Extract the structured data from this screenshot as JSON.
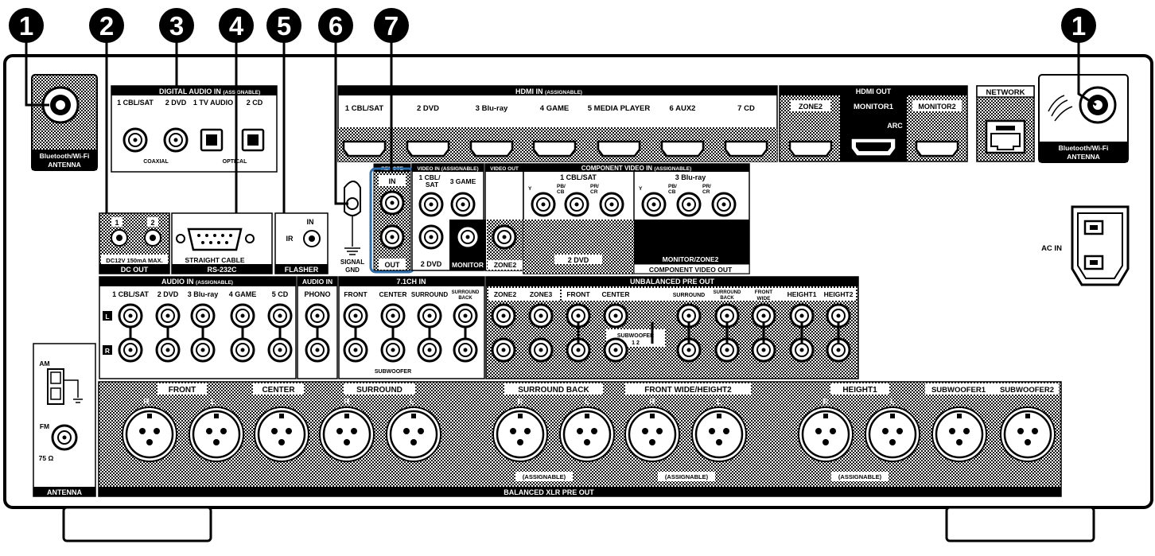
{
  "callouts": [
    "1",
    "2",
    "3",
    "4",
    "5",
    "6",
    "7",
    "1"
  ],
  "bt_antenna": {
    "line1": "Bluetooth/Wi-Fi",
    "line2": "ANTENNA"
  },
  "digital": {
    "title": "DIGITAL AUDIO IN",
    "sub": "(ASSIGNABLE)",
    "labels": [
      "1 CBL/SAT",
      "2 DVD",
      "1 TV AUDIO",
      "2 CD"
    ],
    "coaxial": "COAXIAL",
    "optical": "OPTICAL"
  },
  "hdmi_in": {
    "title": "HDMI IN",
    "sub": "(ASSIGNABLE)",
    "labels": [
      "1 CBL/SAT",
      "2 DVD",
      "3 Blu-ray",
      "4 GAME",
      "5 MEDIA PLAYER",
      "6 AUX2",
      "7 CD"
    ]
  },
  "hdmi_out": {
    "title": "HDMI OUT",
    "zone2": "ZONE2",
    "monitor1": "MONITOR1",
    "arc": "ARC",
    "monitor2": "MONITOR2"
  },
  "network": {
    "title": "NETWORK"
  },
  "dc_out": {
    "n1": "1",
    "n2": "2",
    "spec": "DC12V 150mA MAX.",
    "title": "DC OUT"
  },
  "rs232": {
    "cable": "STRAIGHT CABLE",
    "title": "RS-232C"
  },
  "flasher": {
    "in": "IN",
    "ir": "IR",
    "title": "FLASHER"
  },
  "signal_gnd": {
    "line1": "SIGNAL",
    "line2": "GND"
  },
  "remote": {
    "title": "REMOTE",
    "in": "IN",
    "out": "OUT"
  },
  "video_in": {
    "title": "VIDEO IN",
    "sub": "(ASSIGNABLE)",
    "cbl1": "1  CBL/",
    "cbl2": "SAT",
    "game": "3 GAME",
    "dvd": "2 DVD"
  },
  "video_out": {
    "title": "VIDEO OUT",
    "monitor": "MONITOR",
    "zone2": "ZONE2"
  },
  "component": {
    "title": "COMPONENT VIDEO IN",
    "sub": "(ASSIGNABLE)",
    "cbl": "1 CBL/SAT",
    "bluray": "3 Blu-ray",
    "dvd": "2 DVD",
    "y": "Y",
    "pb1": "PB/",
    "pb2": "CB",
    "pr1": "PR/",
    "pr2": "CR",
    "out_title": "COMPONENT VIDEO OUT",
    "monitor_zone2": "MONITOR/ZONE2"
  },
  "ac_in": "AC IN",
  "audio_in": {
    "title": "AUDIO IN",
    "sub": "(ASSIGNABLE)",
    "labels": [
      "1 CBL/SAT",
      "2 DVD",
      "3 Blu-ray",
      "4 GAME",
      "5 CD"
    ],
    "l": "L",
    "r": "R"
  },
  "phono": {
    "title": "AUDIO IN",
    "label": "PHONO"
  },
  "ch71": {
    "title": "7.1CH IN",
    "front": "FRONT",
    "center": "CENTER",
    "surround": "SURROUND",
    "sb1": "SURROUND",
    "sb2": "BACK",
    "subwoofer": "SUBWOOFER"
  },
  "unbal": {
    "title": "UNBALANCED PRE OUT",
    "zone2": "ZONE2",
    "zone3": "ZONE3",
    "front": "FRONT",
    "center": "CENTER",
    "surround": "SURROUND",
    "sb1": "SURROUND",
    "sb2": "BACK",
    "fw1": "FRONT",
    "fw2": "WIDE",
    "h1": "HEIGHT1",
    "h2": "HEIGHT2",
    "sub": "SUBWOOFER",
    "sub12": "1  2"
  },
  "antenna": {
    "am": "AM",
    "fm": "FM",
    "ohm": "75 Ω",
    "title": "ANTENNA"
  },
  "xlr": {
    "front": "FRONT",
    "center": "CENTER",
    "surround": "SURROUND",
    "sb": "SURROUND BACK",
    "fwh2": "FRONT WIDE/HEIGHT2",
    "h1": "HEIGHT1",
    "sw1": "SUBWOOFER1",
    "sw2": "SUBWOOFER2",
    "r": "R",
    "l": "L",
    "assignable": "(ASSIGNABLE)",
    "title": "BALANCED XLR PRE OUT"
  }
}
